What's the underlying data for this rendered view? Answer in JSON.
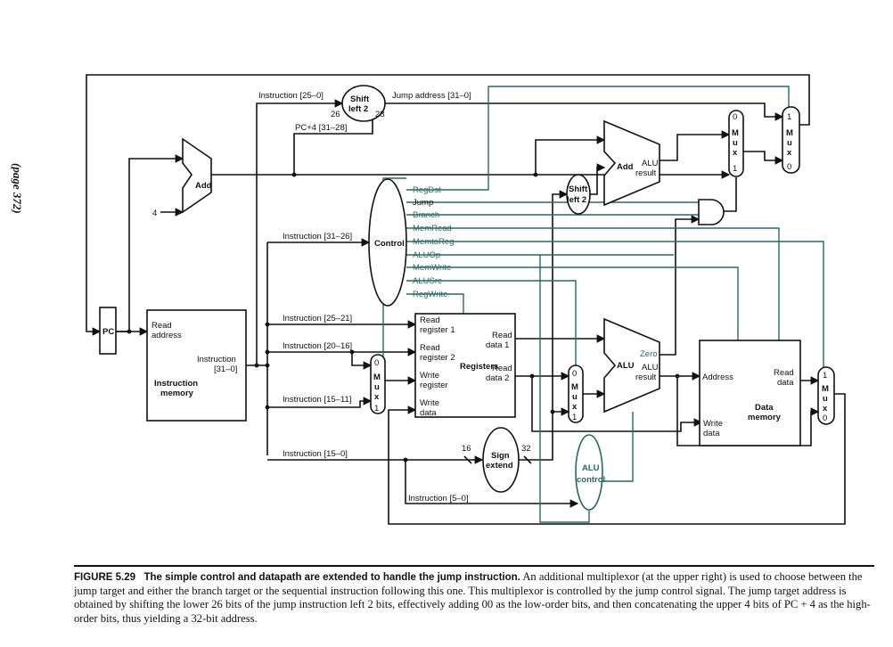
{
  "page_note": "(page 372)",
  "caption": {
    "figure": "FIGURE 5.29",
    "title": "The simple control and datapath are extended to handle the jump instruction.",
    "body": "An additional multiplexor (at the upper right) is used to choose between the jump target and either the branch target or the sequential instruction following this one. This multiplexor is controlled by the jump control signal. The jump target address is obtained by shifting the lower 26 bits of the jump instruction left 2 bits, effectively adding 00 as the low-order bits, and then concatenating the upper 4 bits of PC + 4 as the high-order bits, thus yielding a 32-bit address."
  },
  "components": {
    "pc": "PC",
    "add_pc": "Add",
    "const_four": "4",
    "imem_read": "Read",
    "imem_address": "address",
    "imem_instr": "Instruction",
    "imem_instr_bits": "[31–0]",
    "imem_title_1": "Instruction",
    "imem_title_2": "memory",
    "shift_top_1": "Shift",
    "shift_top_2": "left 2",
    "shift_in_bits": "26",
    "shift_out_bits": "28",
    "control": "Control",
    "add_branch": "Add",
    "alu_result_1": "ALU",
    "alu_result_2": "result",
    "shift_mid_1": "Shift",
    "shift_mid_2": "left 2",
    "reg_read1a": "Read",
    "reg_read1b": "register 1",
    "reg_read2a": "Read",
    "reg_read2b": "register 2",
    "reg_writea": "Write",
    "reg_writeb": "register",
    "reg_wdataa": "Write",
    "reg_wdatab": "data",
    "reg_title": "Registers",
    "reg_rd1a": "Read",
    "reg_rd1b": "data 1",
    "reg_rd2a": "Read",
    "reg_rd2b": "data 2",
    "alu": "ALU",
    "zero": "Zero",
    "alu_res1": "ALU",
    "alu_res2": "result",
    "dm_address": "Address",
    "dm_read1": "Read",
    "dm_read2": "data",
    "dm_title1": "Data",
    "dm_title2": "memory",
    "dm_write1": "Write",
    "dm_write2": "data",
    "sign_1": "Sign",
    "sign_2": "extend",
    "sign_in": "16",
    "sign_out": "32",
    "aluc_1": "ALU",
    "aluc_2": "control",
    "mux_letters": [
      "M",
      "u",
      "x"
    ],
    "mux_zero": "0",
    "mux_one": "1"
  },
  "wire_labels": {
    "instr_25_0": "Instruction [25–0]",
    "jump_addr": "Jump address [31–0]",
    "pc4_bits": "PC+4 [31–28]",
    "instr_31_26": "Instruction [31–26]",
    "instr_25_21": "Instruction [25–21]",
    "instr_20_16": "Instruction [20–16]",
    "instr_15_11": "Instruction [15–11]",
    "instr_15_0": "Instruction [15–0]",
    "instr_5_0": "Instruction [5–0]"
  },
  "control_signals": [
    "RegDst",
    "Jump",
    "Branch",
    "MemRead",
    "MemtoReg",
    "ALUOp",
    "MemWrite",
    "ALUSrc",
    "RegWrite"
  ],
  "colors": {
    "control_lines": "#2c6663",
    "datapath": "#111111"
  }
}
